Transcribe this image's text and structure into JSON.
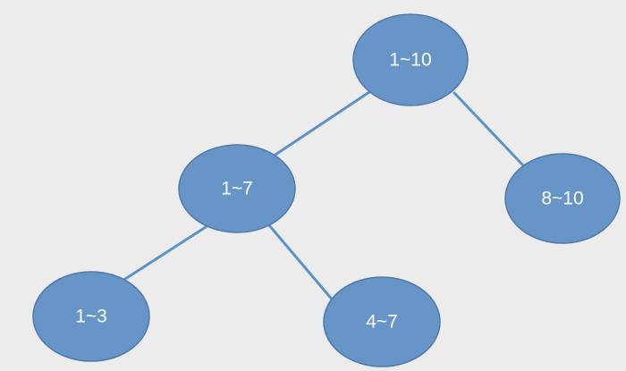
{
  "tree": {
    "nodes": [
      {
        "id": "root",
        "label": "1~10"
      },
      {
        "id": "left",
        "label": "1~7"
      },
      {
        "id": "right",
        "label": "8~10"
      },
      {
        "id": "left-left",
        "label": "1~3"
      },
      {
        "id": "left-right",
        "label": "4~7"
      }
    ],
    "edges": [
      {
        "from": "root",
        "to": "left"
      },
      {
        "from": "root",
        "to": "right"
      },
      {
        "from": "left",
        "to": "left-left"
      },
      {
        "from": "left",
        "to": "left-right"
      }
    ]
  },
  "colors": {
    "node_fill": "#6795c7",
    "node_stroke": "#4e7aaa",
    "edge": "#5b93c7",
    "label": "#ffffff",
    "background": "#ececec"
  }
}
